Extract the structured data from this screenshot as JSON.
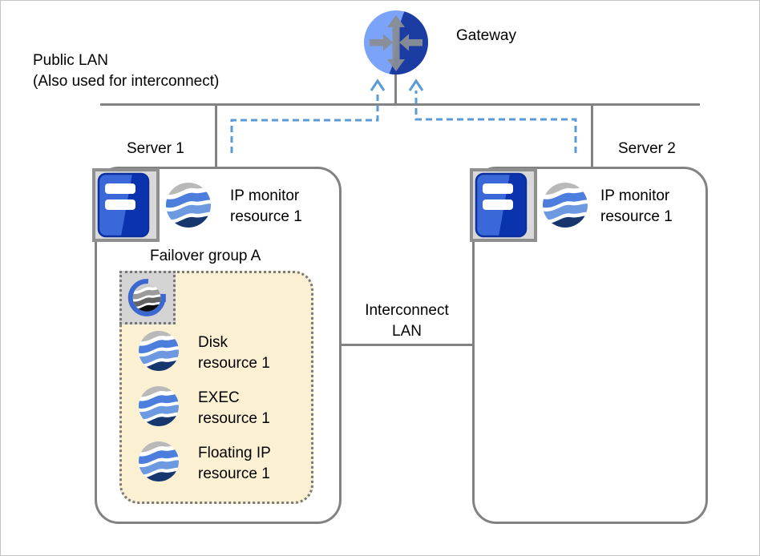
{
  "diagram": {
    "gateway": {
      "label": "Gateway"
    },
    "public_lan": {
      "line1": "Public LAN",
      "line2": "(Also used for interconnect)"
    },
    "interconnect_lan": {
      "line1": "Interconnect",
      "line2": "LAN"
    },
    "server1": {
      "label": "Server 1",
      "ip_monitor": {
        "line1": "IP monitor",
        "line2": "resource 1"
      },
      "failover_group": {
        "label": "Failover group A",
        "resources": [
          {
            "line1": "Disk",
            "line2": "resource 1"
          },
          {
            "line1": "EXEC",
            "line2": "resource 1"
          },
          {
            "line1": "Floating IP",
            "line2": "resource 1"
          }
        ]
      }
    },
    "server2": {
      "label": "Server 2",
      "ip_monitor": {
        "line1": "IP monitor",
        "line2": "resource 1"
      }
    },
    "icons": {
      "gateway": "router-icon",
      "server": "server-icon",
      "resource": "resource-sphere-icon",
      "failover_group": "group-g-icon"
    },
    "colors": {
      "structure_gray": "#828282",
      "dashed_monitor_blue": "#5b9bd5",
      "group_fill": "#fcf0d2",
      "gateway_light_blue": "#7ba3f7",
      "gateway_dark_blue": "#1b3ca3",
      "server_icon_light": "#3a68d8",
      "server_icon_dark": "#0c33ae",
      "resource_band_gray": "#b9b9b9",
      "resource_band_blue": "#4c7fdd",
      "resource_band_light_blue": "#6c99e0",
      "resource_band_navy": "#17366e",
      "group_g_blue": "#3b68cf"
    }
  }
}
